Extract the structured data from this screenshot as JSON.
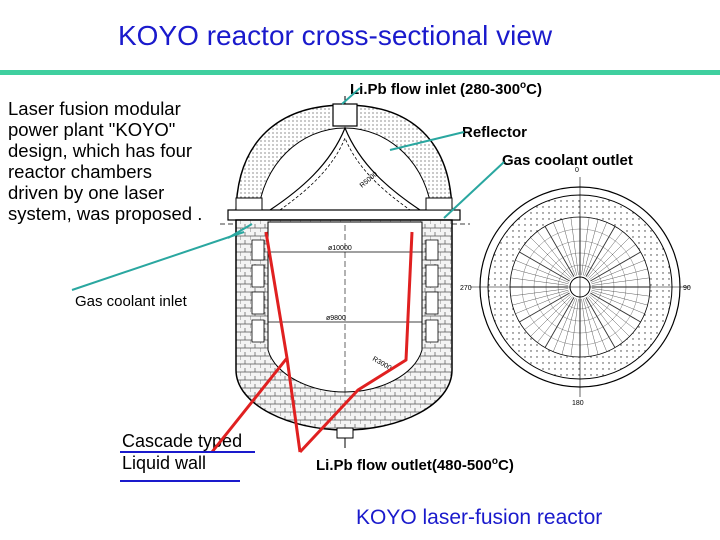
{
  "title": "KOYO reactor cross-sectional view",
  "description_lines": [
    "Laser fusion modular",
    "power plant \"KOYO\"",
    "design, which has four",
    "reactor chambers",
    "driven by one laser",
    "system, was proposed ."
  ],
  "labels": {
    "lipb_inlet_main": "Li.Pb flow inlet (280-300",
    "lipb_inlet_sup": "o",
    "lipb_inlet_end": "C)",
    "reflector": "Reflector",
    "gas_outlet": "Gas coolant outlet",
    "gas_inlet": "Gas coolant inlet",
    "cascade_line1": "Cascade typed",
    "cascade_line2": "Liquid wall",
    "lipb_outlet_main": "Li.Pb flow outlet(480-500",
    "lipb_outlet_sup": "o",
    "lipb_outlet_end": "C)"
  },
  "drawing_labels": {
    "dim_10000": "ø10000",
    "dim_9800": "ø9800",
    "dim_r3000": "R3000",
    "dim_r5000": "R5000",
    "angle_0": "0",
    "angle_90": "90",
    "angle_180": "180",
    "angle_270": "270"
  },
  "footer": "KOYO laser-fusion reactor",
  "colors": {
    "title": "#1a1acc",
    "rule": "#3fcf9f",
    "leader_green": "#2aa7a0",
    "leader_red": "#e02020",
    "underline_blue": "#1a1acc"
  }
}
